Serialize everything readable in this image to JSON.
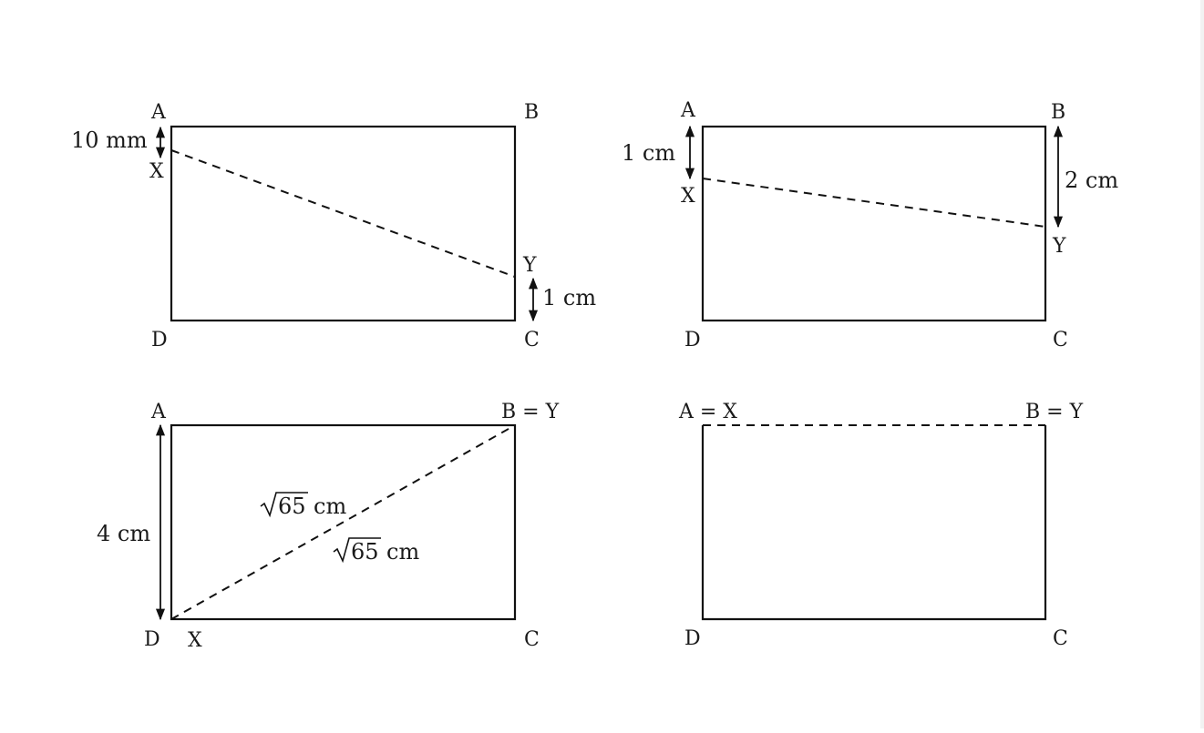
{
  "panels": {
    "p1": {
      "vertices": {
        "a": "A",
        "b": "B",
        "c": "C",
        "d": "D"
      },
      "points": {
        "x": "X",
        "y": "Y"
      },
      "measures": {
        "ax": "10 mm",
        "yc": "1 cm"
      }
    },
    "p2": {
      "vertices": {
        "a": "A",
        "b": "B",
        "c": "C",
        "d": "D"
      },
      "points": {
        "x": "X",
        "y": "Y"
      },
      "measures": {
        "ax": "1 cm",
        "by": "2 cm"
      }
    },
    "p3": {
      "vertices": {
        "a": "A",
        "by": "B = Y",
        "c": "C",
        "d": "D"
      },
      "points": {
        "x": "X"
      },
      "measures": {
        "ad": "4 cm",
        "seg1_num": "65",
        "seg1_unit": "cm",
        "seg2_num": "65",
        "seg2_unit": "cm"
      }
    },
    "p4": {
      "vertices": {
        "ax": "A = X",
        "by": "B = Y",
        "c": "C",
        "d": "D"
      }
    }
  }
}
